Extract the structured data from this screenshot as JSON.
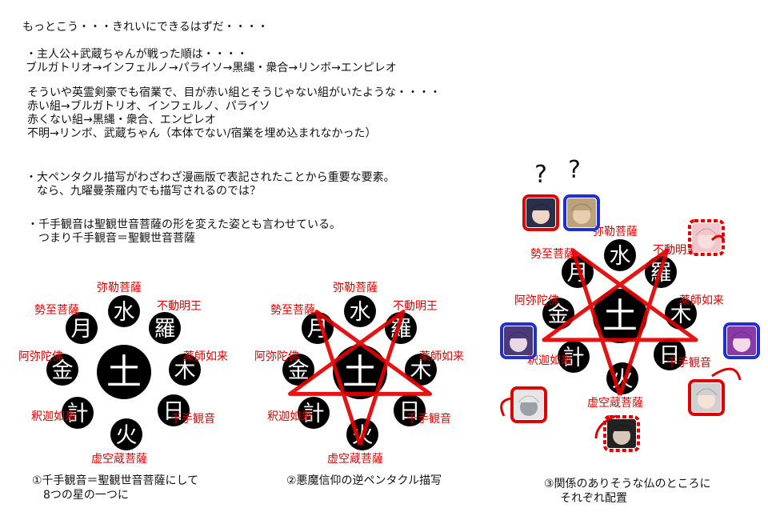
{
  "notes": {
    "line1": "もっとこう・・・きれいにできるはずだ・・・・",
    "battle": [
      "・主人公+武蔵ちゃんが戦った順は・・・・",
      "ブルガトリオ→インフェルノ→パライソ→黒縄・衆合→リンボ→エンピレオ"
    ],
    "sukugo": [
      "そういや英霊剣豪でも宿業で、目が赤い組とそうじゃない組がいたような・・・・",
      "赤い組→ブルガトリオ、インフェルノ、パライソ",
      "赤くない組→黒縄・衆合、エンピレオ",
      "不明→リンボ、武蔵ちゃん（本体でない/宿業を埋め込まれなかった）"
    ],
    "pentacle": [
      "・大ペンタクル描写がわざわざ漫画版で表記されたことから重要な要素。",
      "　なら、九曜曼荼羅内でも描写されるのでは？"
    ],
    "senju": [
      "・千手観音は聖観世音菩薩の形を変えた姿とも言わせている。",
      "　つまり千手観音＝聖観世音菩薩"
    ]
  },
  "mandala": {
    "center": "土",
    "planets": [
      "水",
      "羅",
      "木",
      "日",
      "火",
      "計",
      "金",
      "月"
    ],
    "buddhas": [
      "弥勒菩薩",
      "不動明王",
      "薬師如来",
      "千手観音",
      "虚空蔵菩薩",
      "釈迦如来",
      "阿弥陀佛",
      "勢至菩薩"
    ]
  },
  "captions": {
    "c1": [
      "①千手観音＝聖観世音菩薩にして",
      "8つの星の一つに"
    ],
    "c2": [
      "②悪魔信仰の逆ペンタクル描写"
    ],
    "c3": [
      "③関係のありそうな仏のところに",
      "それぞれ配置"
    ]
  },
  "marks": {
    "question": "?"
  },
  "colors": {
    "red": "#e00000",
    "blue": "#1f2fd6",
    "black": "#000000"
  }
}
